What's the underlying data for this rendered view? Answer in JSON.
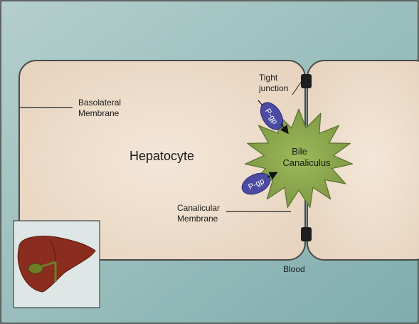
{
  "labels": {
    "hepatocyte": "Hepatocyte",
    "basolateral_line1": "Basolateral",
    "basolateral_line2": "Membrane",
    "tight_junction_line1": "Tight",
    "tight_junction_line2": "junction",
    "bile_line1": "Bile",
    "bile_line2": "Canaliculus",
    "canalicular_line1": "Canalicular",
    "canalicular_line2": "Membrane",
    "blood": "Blood",
    "pgp_upper": "P-gp",
    "pgp_lower": "P-gp"
  },
  "colors": {
    "background_from": "#7fadad",
    "background_to": "#b4cfcd",
    "cell_fill": "#efe0cf",
    "cell_stroke": "#4a4a4a",
    "canaliculus_fill": "#8aa64e",
    "canaliculus_stroke": "#5b7031",
    "pgp_fill": "#4b4ba3",
    "junction": "#1e1e1e",
    "liver": "#8a2c1e",
    "gallbladder": "#6e7e28"
  },
  "icons": {
    "inset": "liver-with-gallbladder-icon"
  }
}
